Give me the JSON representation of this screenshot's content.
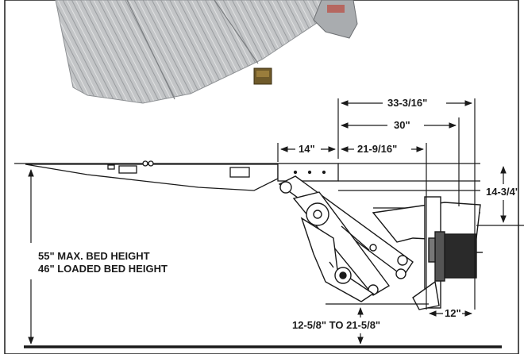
{
  "dimensions": {
    "overall_depth": "33-3/16\"",
    "frame_depth": "30\"",
    "rear_offset": "14\"",
    "mid_depth": "21-9/16\"",
    "vertical_height": "14-3/4'",
    "side_clearance": "12\"",
    "ground_clearance": "12-5/8\" TO 21-5/8\""
  },
  "labels": {
    "max_bed_height": "55\" MAX. BED HEIGHT",
    "loaded_bed_height": "46\" LOADED BED HEIGHT"
  },
  "colors": {
    "line": "#1a1a1a",
    "ramp": "#b9bbbd",
    "ramp_dark": "#8e9194",
    "latch": "#6f5a2a"
  }
}
